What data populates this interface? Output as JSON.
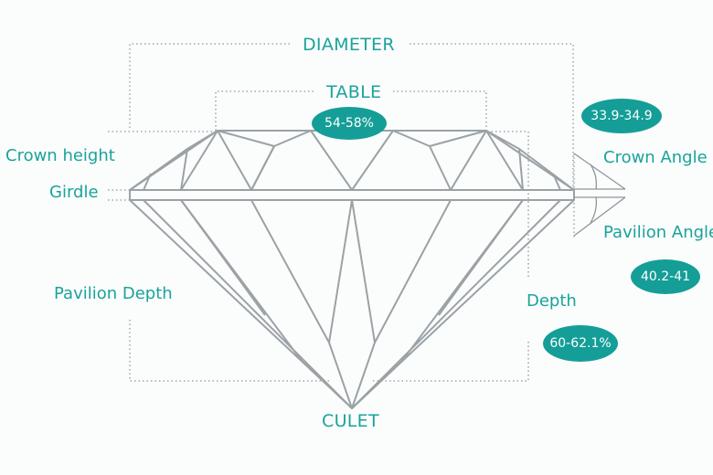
{
  "labels": {
    "diameter": "DIAMETER",
    "table": "TABLE",
    "culet": "CULET",
    "crown_height": "Crown height",
    "girdle": "Girdle",
    "pavilion_depth": "Pavilion Depth",
    "depth": "Depth",
    "crown_angle": "Crown Angle",
    "pavilion_angle": "Pavilion Angle"
  },
  "badges": {
    "table": "54-58%",
    "crown_angle": "33.9-34.9",
    "pavilion_angle": "40.2-41",
    "depth": "60-62.1%"
  },
  "colors": {
    "accent": "#1aa39b",
    "badge": "#149e97",
    "diamond_line": "#9aa2a6",
    "guide_line": "#8e969a"
  }
}
